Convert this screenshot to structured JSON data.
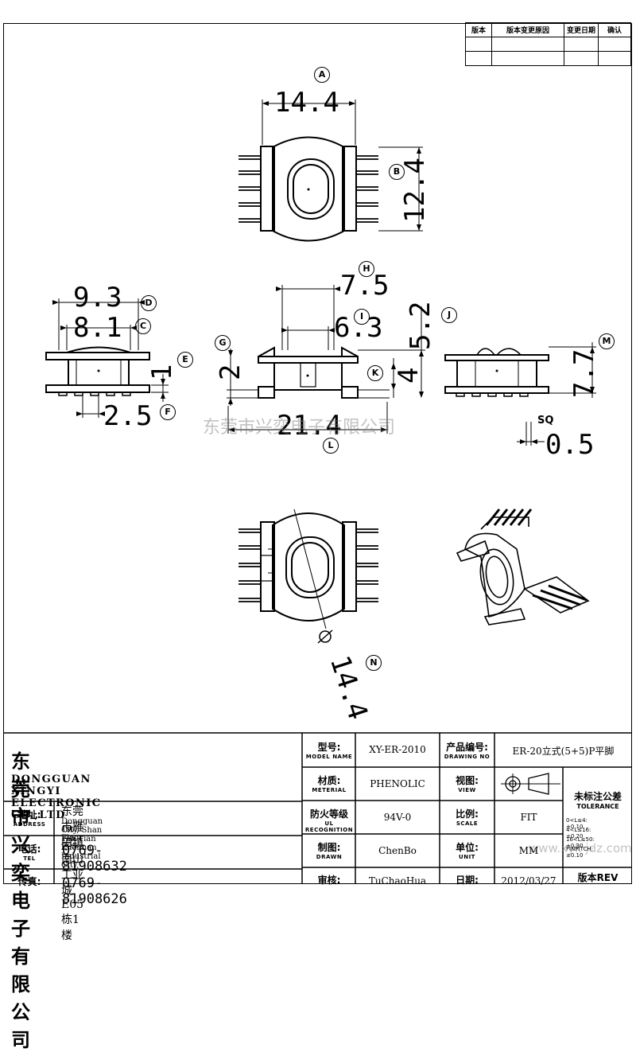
{
  "revision_table": {
    "headers": [
      "版本",
      "版本变更原因",
      "变更日期",
      "确认"
    ]
  },
  "dimensions": {
    "A": "14.4",
    "B": "12.4",
    "D": "9.3",
    "C": "8.1",
    "F": "2.5",
    "E": "1",
    "H": "7.5",
    "I": "6.3",
    "J": "5.2",
    "G": "2",
    "K": "4",
    "L": "21.4",
    "M": "7.7",
    "sq_label": "SQ",
    "sq": "0.5",
    "N": "14.4",
    "phi": "Φ"
  },
  "markers": [
    "A",
    "B",
    "C",
    "D",
    "E",
    "F",
    "G",
    "H",
    "I",
    "J",
    "K",
    "L",
    "M",
    "N"
  ],
  "watermark": {
    "center": "东莞市兴奕电子有限公司",
    "corner": "www.xyk jdz.com"
  },
  "title_block": {
    "company_cn": "东莞市兴奕电子有限公司",
    "company_en": "DONGGUAN XINGYI ELECTRONIC CO.,LTD",
    "address_label_cn": "地址:",
    "address_label_en": "ADDRESS",
    "address_cn": "东莞市雁田镇南山工业城E05栋1楼",
    "address_en_1": "Dongguan City, Shan Yan Tian Zhennan Industrial City,",
    "address_en_2": "1st Floor E05",
    "tel_label_cn": "电话:",
    "tel_label_en": "TEL",
    "tel": "0769-81908632",
    "fax_label_cn": "传真:",
    "fax": "0769-81908626",
    "model_label_cn": "型号:",
    "model_label_en": "MODEL NAME",
    "model": "XY-ER-2010",
    "drawing_label_cn": "产品编号:",
    "drawing_label_en": "DRAWING NO",
    "drawing_no": "ER-20立式(5+5)P平脚",
    "material_label_cn": "材质:",
    "material_label_en": "METERIAL",
    "material": "PHENOLIC",
    "view_label_cn": "视图:",
    "view_label_en": "VIEW",
    "recog_label_cn": "防火等级",
    "recog_label_en": "UL RECOGNITION",
    "recog": "94V-0",
    "scale_label_cn": "比例:",
    "scale_label_en": "SCALE",
    "scale": "FIT",
    "drawn_label_cn": "制图:",
    "drawn_label_en": "DRAWN",
    "drawn": "ChenBo",
    "unit_label_cn": "单位:",
    "unit_label_en": "UNIT",
    "unit": "MM",
    "check_label_cn": "审核:",
    "check": "TuChaoHua",
    "date_label_cn": "日期:",
    "date": "2012/03/27",
    "tol_title_cn": "未标注公差",
    "tol_title_en": "TOLERANCE",
    "tol_1": "0<L≤4:±0.10",
    "tol_2": "4<L≤16:±0.20",
    "tol_3": "16<L≤50:±0.30",
    "tol_4": "FINPITCH:±0.10",
    "rev_label": "版本REV"
  }
}
